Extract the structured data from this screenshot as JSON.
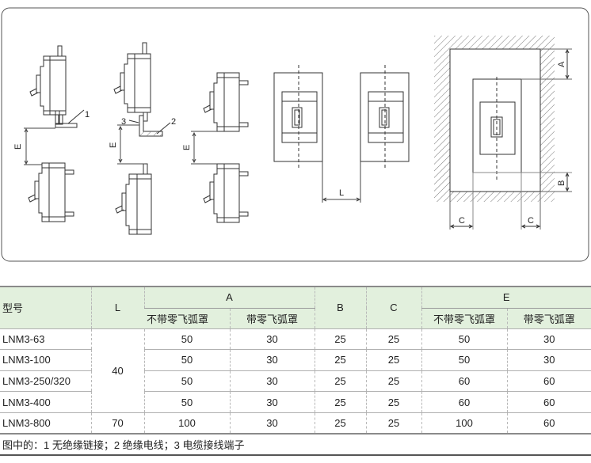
{
  "diagram": {
    "labels": {
      "one": "1",
      "two": "2",
      "three": "3",
      "E": "E",
      "L": "L",
      "A": "A",
      "B": "B",
      "C": "C"
    }
  },
  "table": {
    "headers": {
      "model": "型号",
      "L": "L",
      "A": "A",
      "B": "B",
      "C": "C",
      "E": "E",
      "without_cover": "不带零飞弧罩",
      "with_cover": "带零飞弧罩"
    },
    "rows": [
      {
        "model": "LNM3-63",
        "A1": "50",
        "A2": "30",
        "B": "25",
        "C": "25",
        "E1": "50",
        "E2": "30"
      },
      {
        "model": "LNM3-100",
        "A1": "50",
        "A2": "30",
        "B": "25",
        "C": "25",
        "E1": "50",
        "E2": "30"
      },
      {
        "model": "LNM3-250/320",
        "A1": "50",
        "A2": "30",
        "B": "25",
        "C": "25",
        "E1": "60",
        "E2": "60"
      },
      {
        "model": "LNM3-400",
        "A1": "50",
        "A2": "30",
        "B": "25",
        "C": "25",
        "E1": "60",
        "E2": "60"
      },
      {
        "model": "LNM3-800",
        "A1": "100",
        "A2": "30",
        "B": "25",
        "C": "25",
        "E1": "100",
        "E2": "60"
      }
    ],
    "L_group1": "40",
    "L_group2": "70",
    "footnote": "图中的：1 无绝缘链接；2 绝缘电线；3 电缆接线端子"
  }
}
